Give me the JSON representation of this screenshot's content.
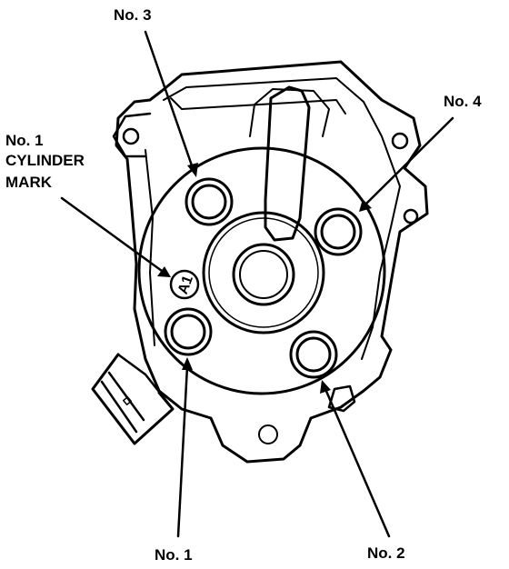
{
  "labels": {
    "no3": "No. 3",
    "no4": "No. 4",
    "no1_cyl_line1": "No. 1",
    "no1_cyl_line2": "CYLINDER",
    "no1_cyl_line3": "MARK",
    "no1": "No. 1",
    "no2": "No. 2"
  },
  "cylinder_mark_text": "A1"
}
